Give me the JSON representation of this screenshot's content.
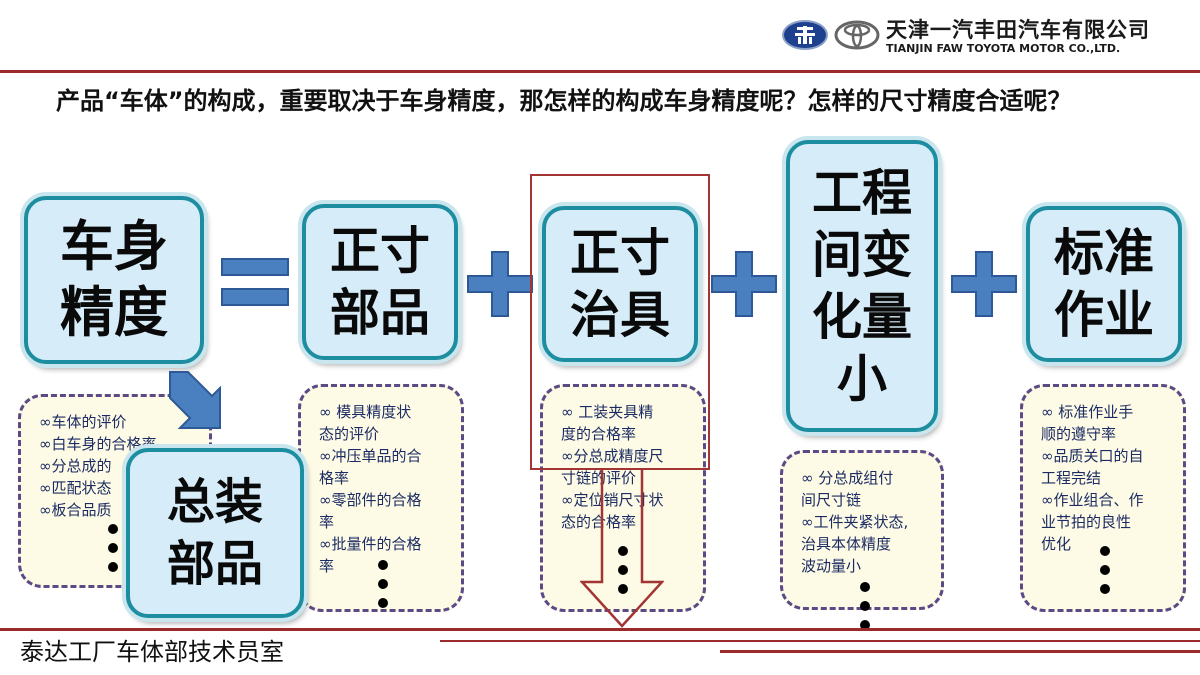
{
  "header": {
    "company_cn": "天津一汽丰田汽车有限公司",
    "company_en": "TIANJIN FAW TOYOTA MOTOR CO.,LTD."
  },
  "question": "产品“车体”的构成，重要取决于车身精度，那怎样的构成车身精度呢？怎样的尺寸精度合适呢？",
  "boxes": {
    "body_precision": [
      "车身",
      "精度"
    ],
    "correct_parts": [
      "正寸",
      "部品"
    ],
    "correct_jig": [
      "正寸",
      "治具"
    ],
    "process_variation": [
      "工程",
      "间变",
      "化量",
      "小"
    ],
    "standard_work": [
      "标准",
      "作业"
    ],
    "assembly_parts": [
      "总装",
      "部品"
    ]
  },
  "operators": {
    "equals": "=",
    "plus": "+"
  },
  "notes": {
    "body": [
      "∞车体的评价",
      "∞白车身的合格率",
      "∞分总成的",
      "∞匹配状态",
      "∞板合品质"
    ],
    "parts": [
      "∞ 模具精度状",
      "态的评价",
      "∞冲压单品的合",
      "格率",
      "∞零部件的合格",
      "率",
      "∞批量件的合格",
      "率"
    ],
    "jig": [
      "∞ 工装夹具精",
      "度的合格率",
      "∞分总成精度尺",
      "寸链的评价",
      "∞定位销尺寸状",
      "态的合格率"
    ],
    "process": [
      "∞ 分总成组付",
      "间尺寸链",
      "∞工件夹紧状态,",
      "治具本体精度",
      "波动量小"
    ],
    "standard": [
      "∞ 标准作业手",
      "顺的遵守率",
      "∞品质关口的自",
      "工程完结",
      "∞作业组合、作",
      "业节拍的良性",
      "优化"
    ]
  },
  "footer": "泰达工厂车体部技术员室",
  "colors": {
    "accent_line": "#9b2a2a",
    "box_border": "#1d8ea0",
    "box_fill": "#d6ecf8",
    "plus_fill": "#4a7fc0",
    "note_border": "#5b4a86",
    "note_fill": "#fdfbe5"
  }
}
